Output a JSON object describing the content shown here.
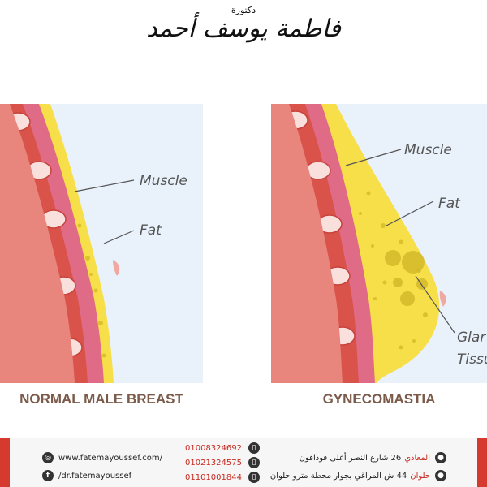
{
  "header": {
    "title_small": "دكتورة",
    "title_main": "فاطمة يوسف أحمد"
  },
  "diagram": {
    "left": {
      "caption": "NORMAL MALE BREAST",
      "label_muscle": "Muscle",
      "label_fat": "Fat"
    },
    "right": {
      "caption": "GYNECOMASTIA",
      "label_muscle": "Muscle",
      "label_fat": "Fat",
      "label_gland_1": "Glar",
      "label_gland_2": "Tissu"
    }
  },
  "footer": {
    "website": "www.fatemayoussef.com/",
    "facebook": "/dr.fatemayoussef",
    "phones": [
      "01008324692",
      "01021324575",
      "01101001844"
    ],
    "address_1_city": "المعادي",
    "address_1_text": "26 شارع النصر أعلى فودافون",
    "address_2_city": "حلوان",
    "address_2_text": "44 ش المراغي بجوار محطة مترو حلوان"
  },
  "colors": {
    "skin": "#e8857d",
    "rib_band": "#d9534a",
    "rib_oval": "#f9e0dc",
    "muscle": "#e06b87",
    "fat": "#f7df4a",
    "fat_dots": "#dcc12c",
    "background_panel": "#e9f1fb",
    "caption": "#7b5a4a",
    "accent_red": "#d63a2e"
  }
}
